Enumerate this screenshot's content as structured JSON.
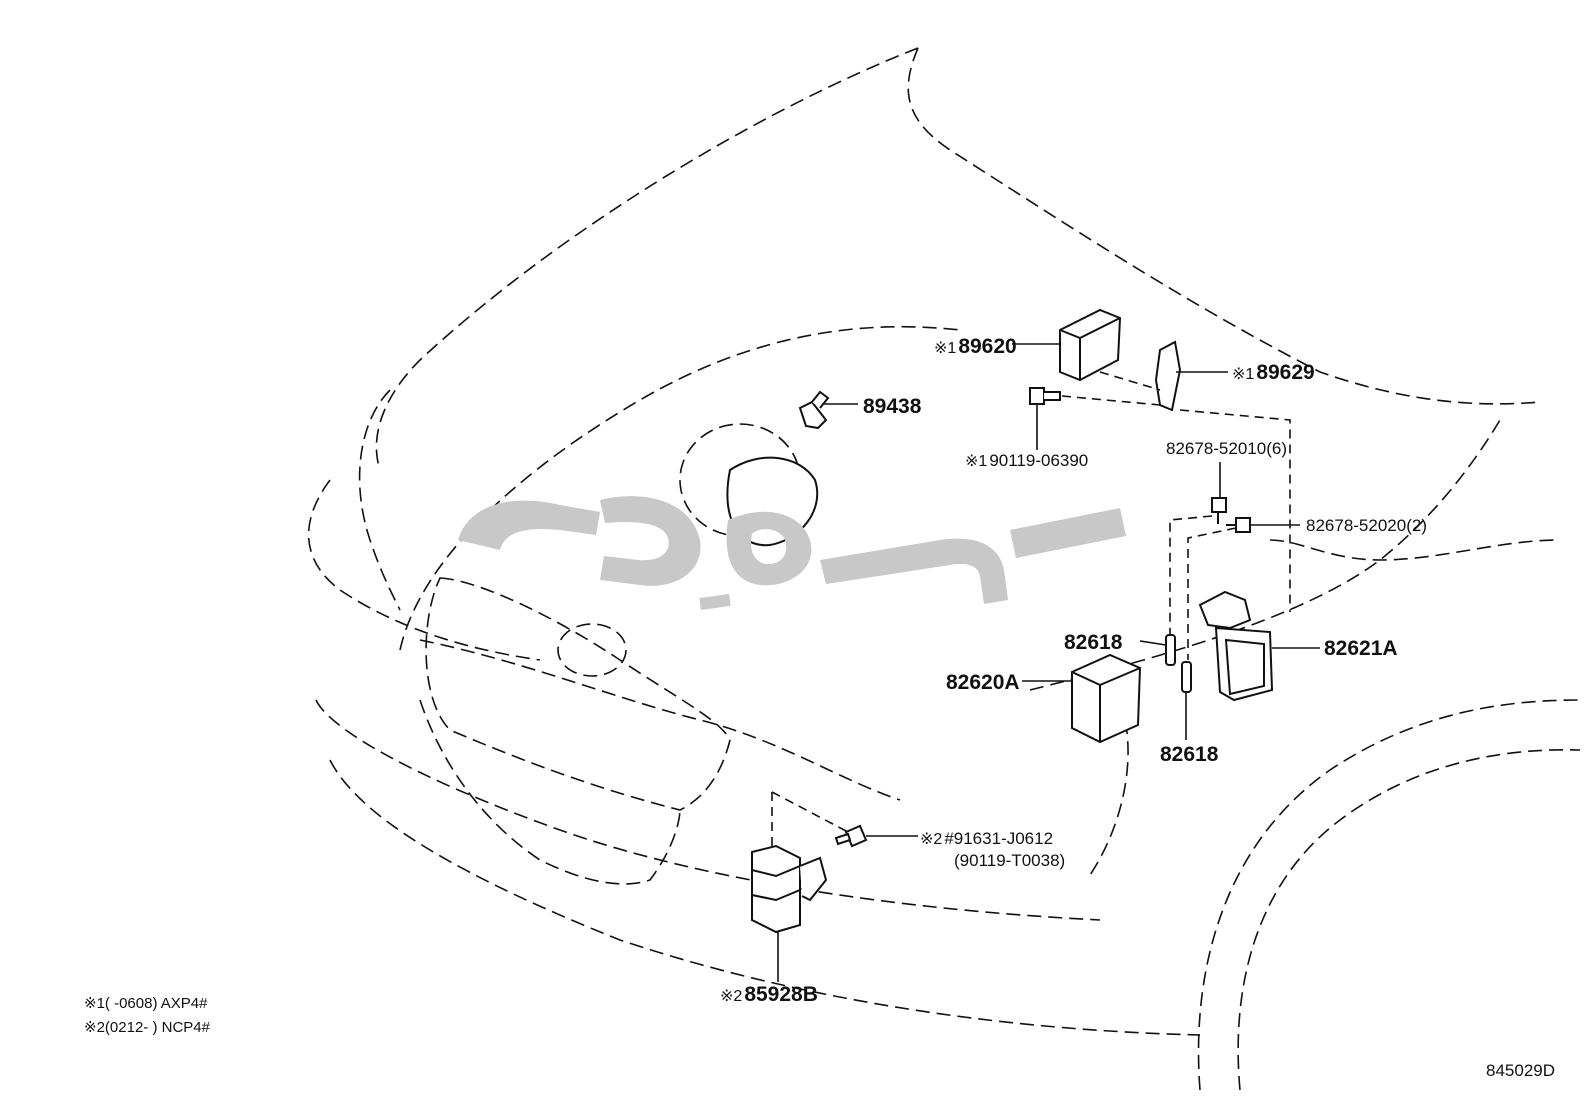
{
  "colors": {
    "line": "#111111",
    "background": "#ffffff",
    "watermark": "#c8c8c8"
  },
  "callouts": {
    "p89620": {
      "mark": "※1",
      "code": "89620"
    },
    "p89629": {
      "mark": "※1",
      "code": "89629"
    },
    "p89438": {
      "code": "89438"
    },
    "p90119_06390": {
      "mark": "※1",
      "code": "90119-06390"
    },
    "p82678_52010": {
      "code": "82678-52010(6)"
    },
    "p82678_52020": {
      "code": "82678-52020(2)"
    },
    "p82618_upper": {
      "code": "82618"
    },
    "p82620A": {
      "code": "82620A"
    },
    "p82621A": {
      "code": "82621A"
    },
    "p82618_lower": {
      "code": "82618"
    },
    "p91631": {
      "mark": "※2",
      "code": "#91631-J0612",
      "alt": "(90119-T0038)"
    },
    "p85928B": {
      "mark": "※2",
      "code": "85928B"
    }
  },
  "notes": [
    {
      "mark": "※1",
      "text": "(       -0608) AXP4#"
    },
    {
      "mark": "※2",
      "text": "(0212-       ) NCP4#"
    }
  ],
  "reference_code": "845029D"
}
